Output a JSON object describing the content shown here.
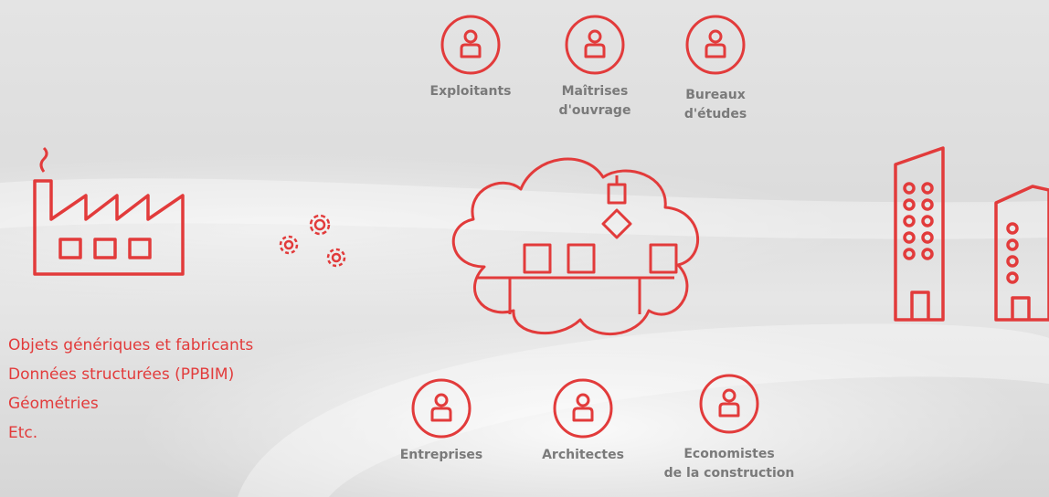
{
  "colors": {
    "accent": "#e23b3b",
    "label_gray": "#7a7a7a",
    "background": "#e0e0e0"
  },
  "icons": [
    "person-circle-icon",
    "factory-icon",
    "gears-icon",
    "cloud-assembly-icon",
    "buildings-icon"
  ],
  "actors_top": [
    {
      "label": "Exploitants",
      "icon": "person-circle-icon"
    },
    {
      "label": "Maîtrises\nd'ouvrage",
      "icon": "person-circle-icon"
    },
    {
      "label": "Bureaux\nd'études",
      "icon": "person-circle-icon"
    }
  ],
  "actors_bottom": [
    {
      "label": "Entreprises",
      "icon": "person-circle-icon"
    },
    {
      "label": "Architectes",
      "icon": "person-circle-icon"
    },
    {
      "label": "Economistes\nde la construction",
      "icon": "person-circle-icon"
    }
  ],
  "bullets": [
    "Objets génériques et fabricants",
    "Données structurées (PPBIM)",
    "Géométries",
    "Etc."
  ]
}
